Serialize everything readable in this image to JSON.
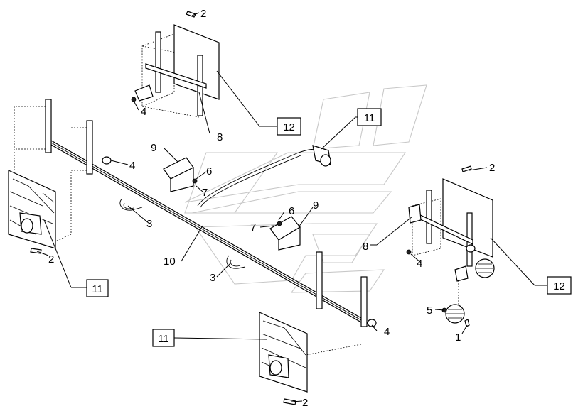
{
  "callouts": {
    "c1": "1",
    "c2_top": "2",
    "c2_left": "2",
    "c2_right": "2",
    "c2_bottom": "2",
    "c3_left": "3",
    "c3_mid": "3",
    "c4_top": "4",
    "c4_left": "4",
    "c4_right": "4",
    "c4_bottom": "4",
    "c5": "5",
    "c6_a": "6",
    "c6_b": "6",
    "c7_a": "7",
    "c7_b": "7",
    "c8_top": "8",
    "c8_right": "8",
    "c9_a": "9",
    "c9_b": "9",
    "c10": "10"
  },
  "boxed_callouts": {
    "b11_top": "11",
    "b11_left": "11",
    "b11_bottom": "11",
    "b12_top": "12",
    "b12_right": "12"
  }
}
